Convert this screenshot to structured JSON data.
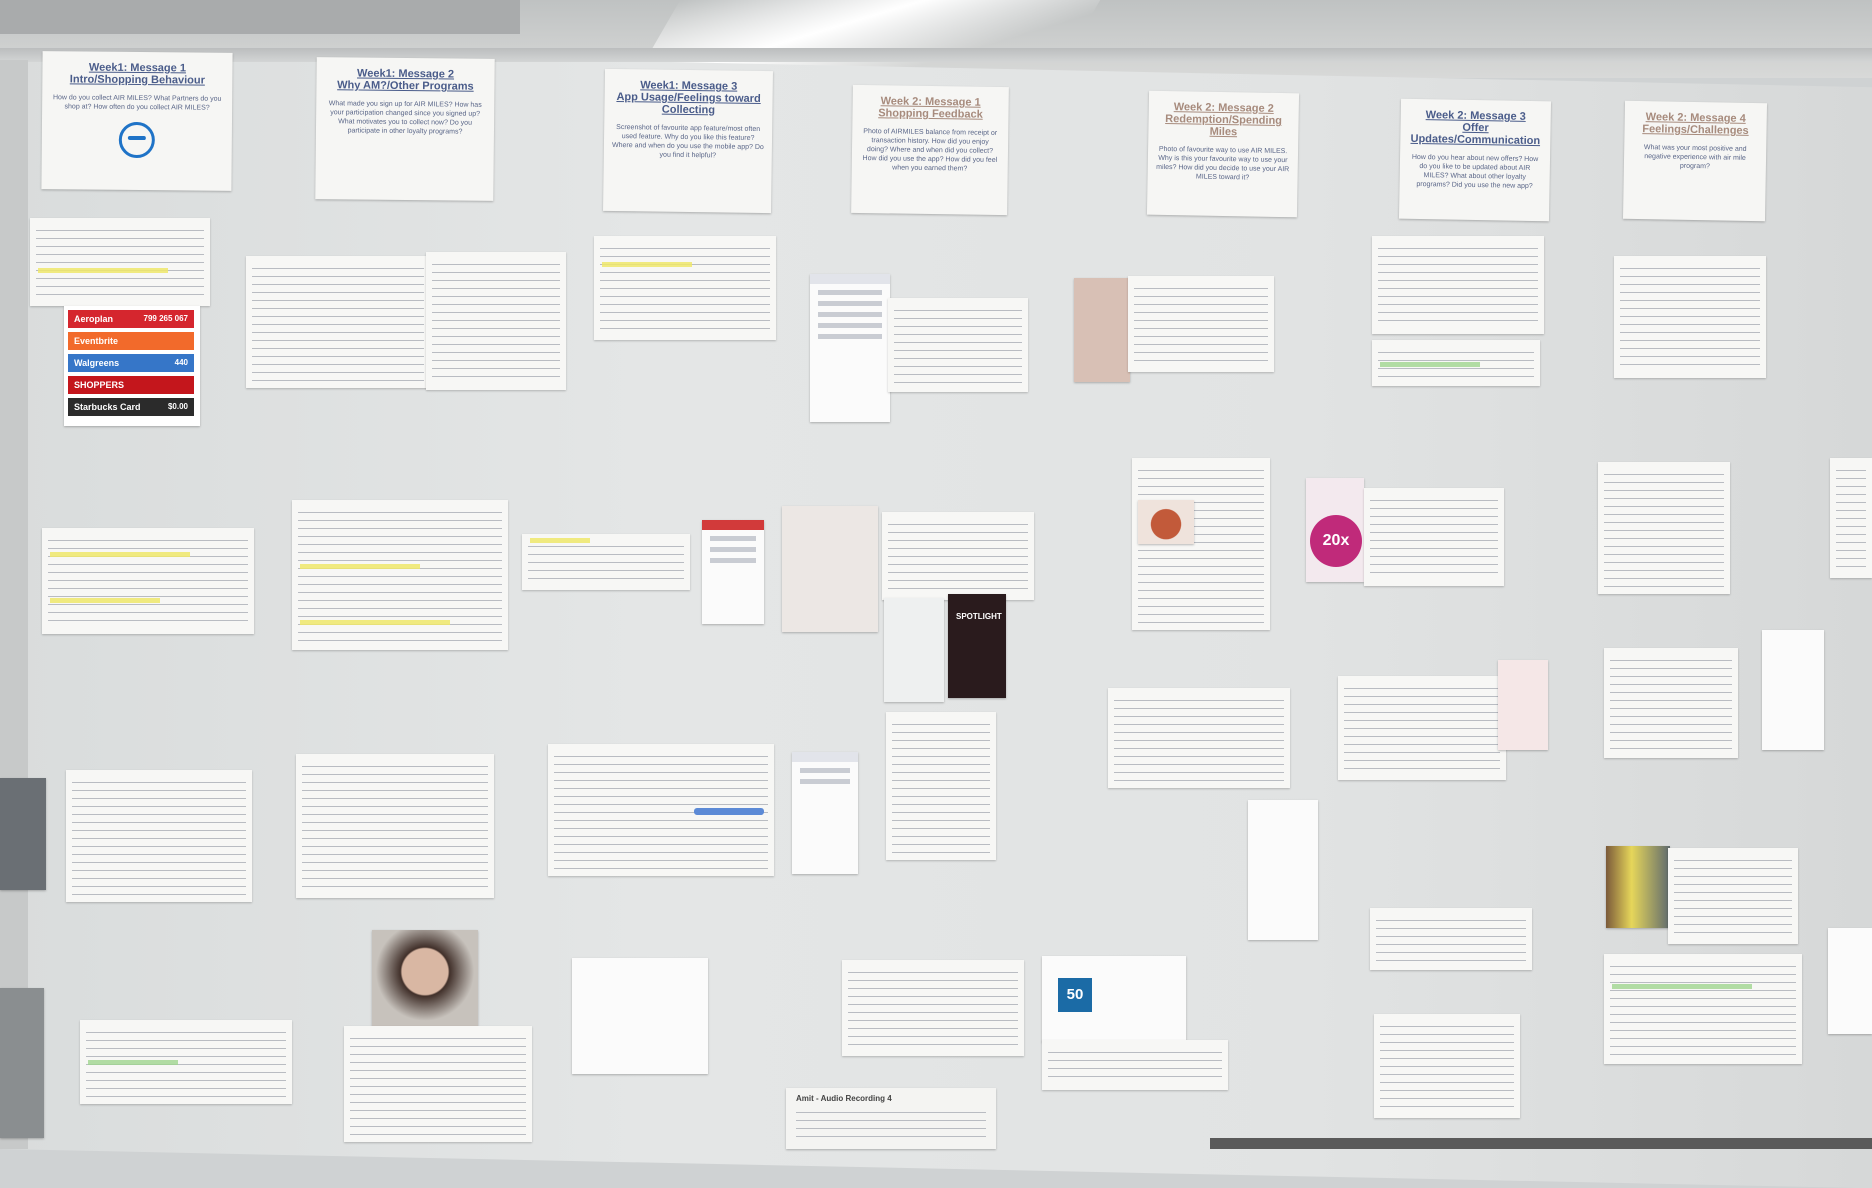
{
  "scene": {
    "description_type": "photo of affinity board"
  },
  "headers": [
    {
      "title_line1": "Week1: Message 1",
      "title_line2": "Intro/Shopping Behaviour",
      "body": "How do you collect AIR MILES? What Partners do you shop at? How often do you collect AIR MILES?"
    },
    {
      "title_line1": "Week1: Message 2",
      "title_line2": "Why AM?/Other Programs",
      "body": "What made you sign up for AIR MILES? How has your participation changed since you signed up? What motivates you to collect now? Do you participate in other loyalty programs?"
    },
    {
      "title_line1": "Week1: Message 3",
      "title_line2": "App Usage/Feelings toward Collecting",
      "body": "Screenshot of favourite app feature/most often used feature. Why do you like this feature? Where and when do you use the mobile app? Do you find it helpful?"
    },
    {
      "title_line1": "Week 2: Message 1",
      "title_line2": "Shopping Feedback",
      "body": "Photo of AIRMILES balance from receipt or transaction history. How did you enjoy doing? Where and when did you collect? How did you use the app? How did you feel when you earned them?"
    },
    {
      "title_line1": "Week 2: Message 2",
      "title_line2": "Redemption/Spending Miles",
      "body": "Photo of favourite way to use AIR MILES. Why is this your favourite way to use your miles? How did you decide to use your AIR MILES toward it?"
    },
    {
      "title_line1": "Week 2: Message 3",
      "title_line2": "Offer Updates/Communication",
      "body": "How do you hear about new offers? How do you like to be updated about AIR MILES? What about other loyalty programs? Did you use the new app?"
    },
    {
      "title_line1": "Week 2: Message 4",
      "title_line2": "Feelings/Challenges",
      "body": "What was your most positive and negative experience with air mile program? "
    }
  ],
  "loyalty_cards": [
    {
      "name": "Aeroplan",
      "number": "799 265 067",
      "color": "#d5262e"
    },
    {
      "name": "Eventbrite",
      "number": "",
      "color": "#f26a2b"
    },
    {
      "name": "Walgreens",
      "number": "440",
      "color": "#3676c8"
    },
    {
      "name": "SHOPPERS",
      "number": "",
      "color": "#c4161c"
    },
    {
      "name": "Starbucks Card",
      "number": "$0.00",
      "color": "#2b2b2b"
    }
  ],
  "badges": {
    "twenty_x": "20x",
    "fifty": "50",
    "spotlight": "SPOTLIGHT",
    "audio_title": "Amit - Audio Recording 4"
  },
  "colors": {
    "board": "#e2e4e4",
    "header_text": "#4a5c8a",
    "highlight_yellow": "#efe86a",
    "highlight_green": "#9fd48f",
    "airmiles_blue": "#1f73c7"
  }
}
